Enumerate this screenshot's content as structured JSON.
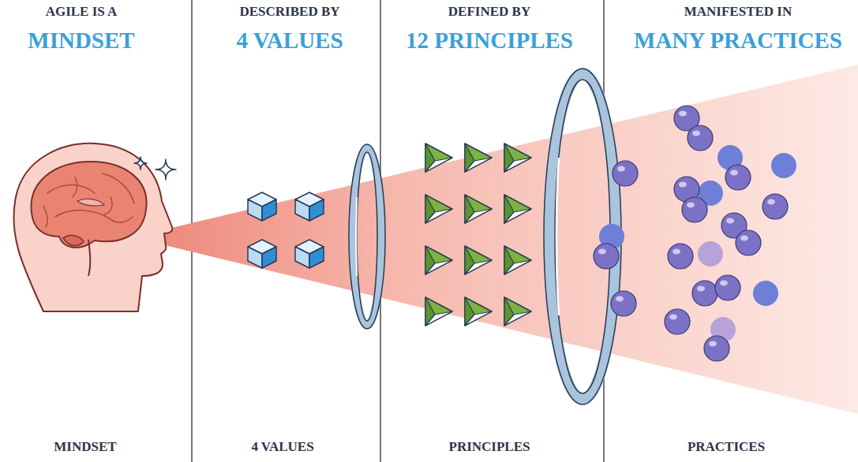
{
  "diagram": {
    "labels": [
      "AGILE IS A",
      "MINDSET",
      "DESCRIBED BY",
      "4 VALUES",
      "DEFINED BY",
      "12 PRINCIPLES",
      "MANIFESTED IN",
      "MANY PRACTICES",
      "MINDSET",
      "4 VALUES",
      "PRINCIPLES",
      "PRACTICES"
    ]
  }
}
